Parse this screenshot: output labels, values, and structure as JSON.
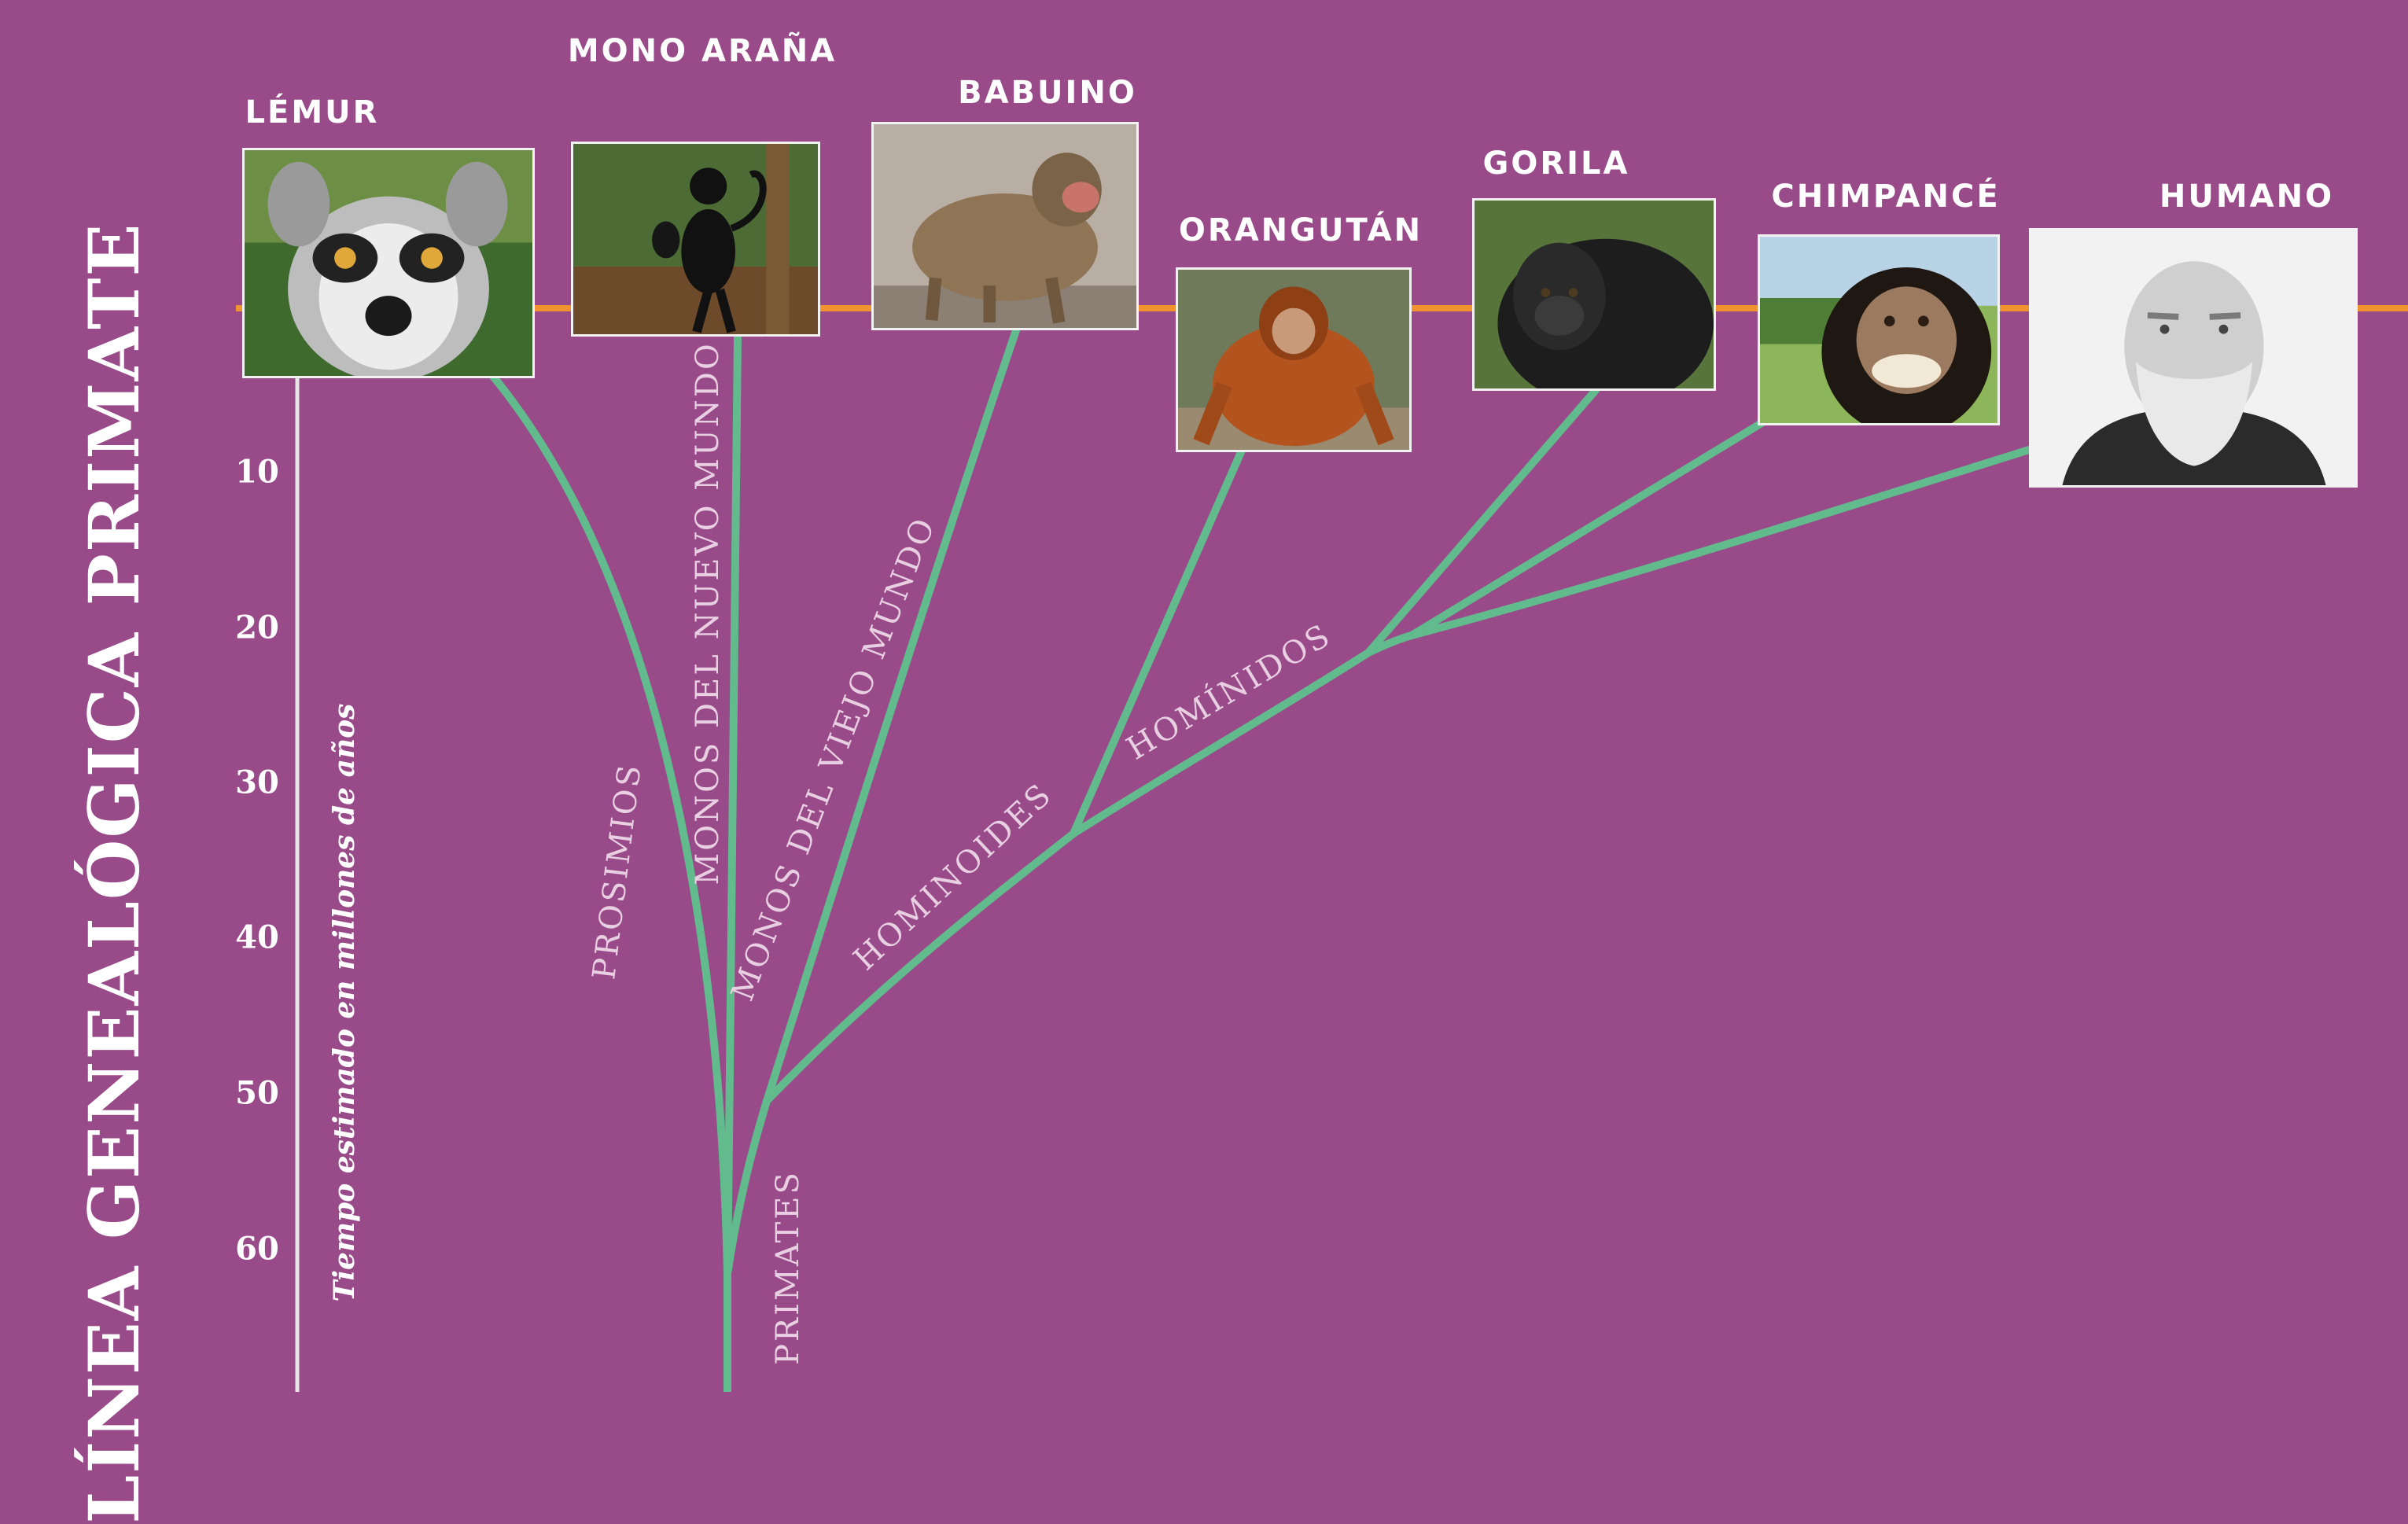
{
  "title": "LÍNEA GENEALÓGICA PRIMATE",
  "axis": {
    "label": "Tiempo estimado en millones de años",
    "ticks": [
      "10",
      "20",
      "30",
      "40",
      "50",
      "60"
    ]
  },
  "species": [
    {
      "key": "lemur",
      "name": "LÉMUR"
    },
    {
      "key": "spider",
      "name": "MONO ARAÑA"
    },
    {
      "key": "baboon",
      "name": "BABUINO"
    },
    {
      "key": "orangutan",
      "name": "ORANGUTÁN"
    },
    {
      "key": "gorilla",
      "name": "GORILA"
    },
    {
      "key": "chimp",
      "name": "CHIMPANCÉ"
    },
    {
      "key": "human",
      "name": "HUMANO"
    }
  ],
  "branches": {
    "prosimios": "PROSIMIOS",
    "nuevo_mundo": "MONOS DEL NUEVO MUNDO",
    "viejo_mundo": "MONOS DEL VIEJO MUNDO",
    "hominoides": "HOMINOIDES",
    "hominidos": "HOMÍNIDOS",
    "primates": "PRIMATES"
  },
  "colors": {
    "background": "#984a89",
    "tree": "#62bb8c",
    "present_line": "#f0922e",
    "axis_line": "#e6e6e6"
  }
}
